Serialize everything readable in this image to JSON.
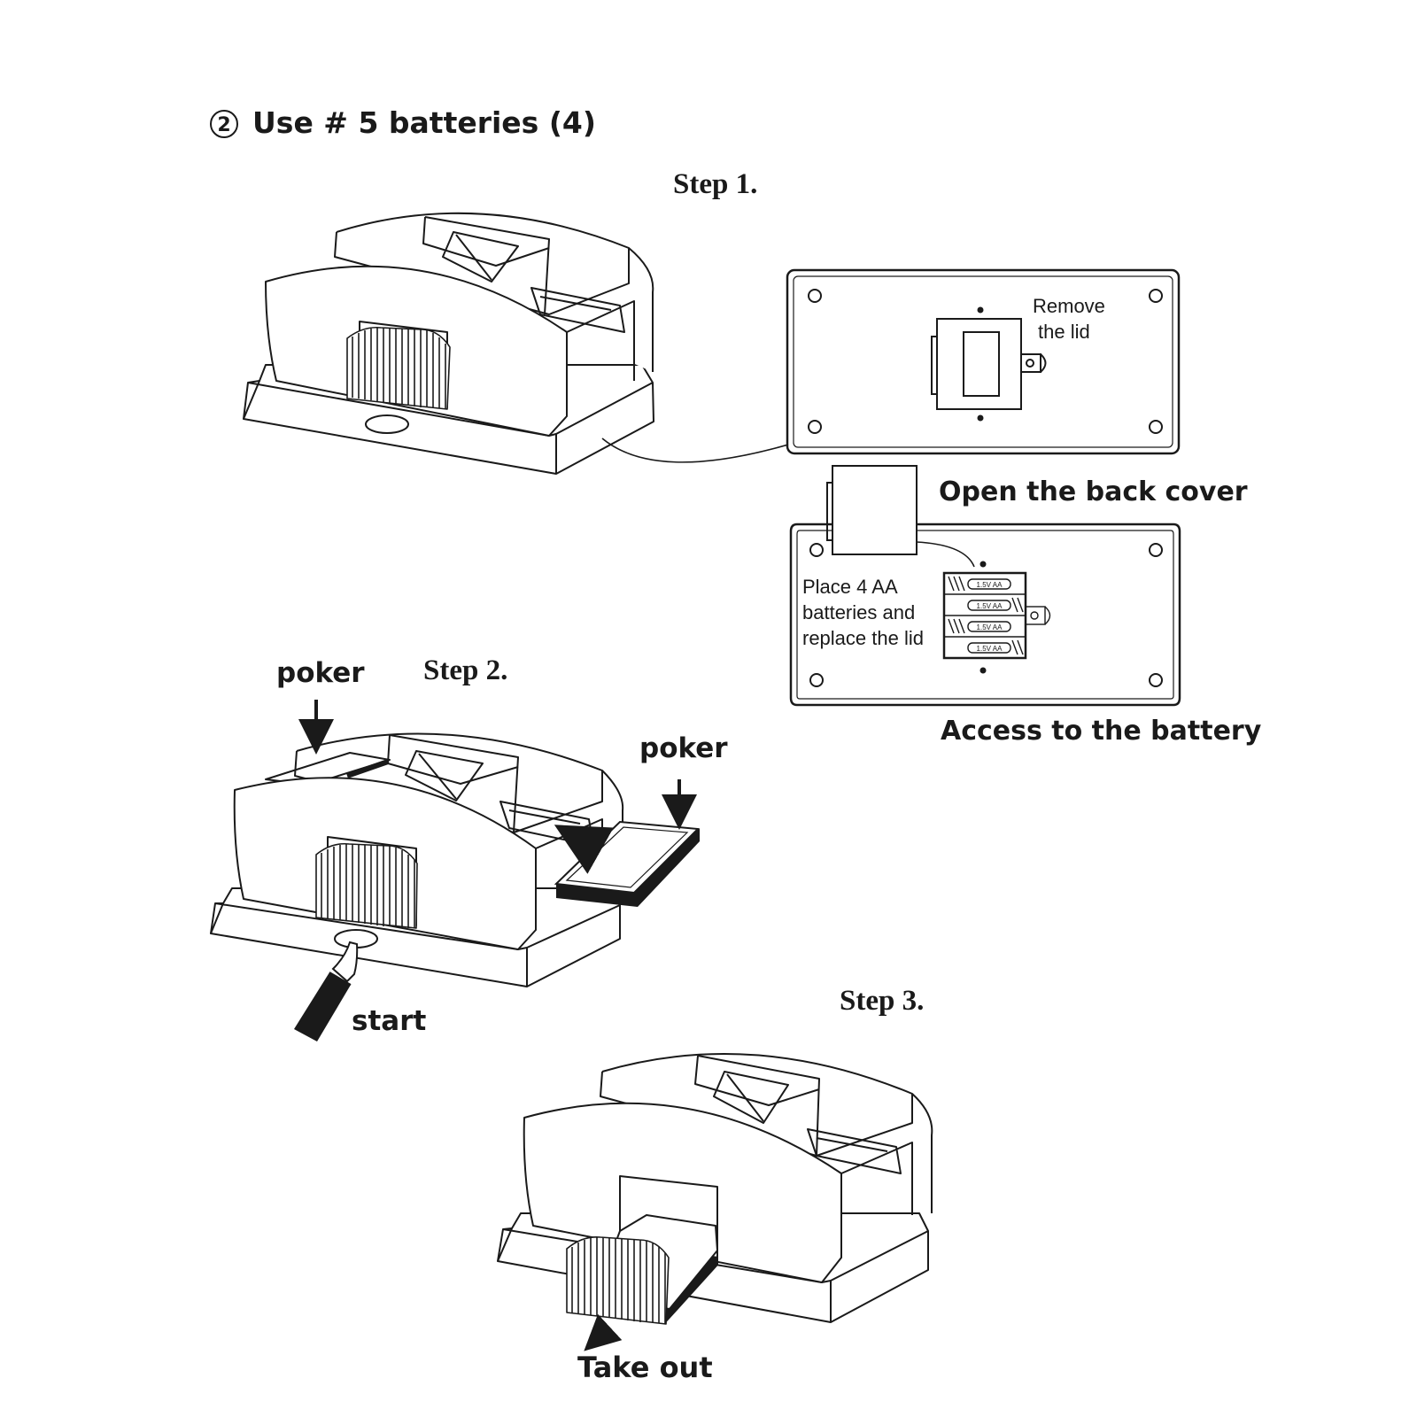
{
  "header": {
    "number": "2",
    "title": "Use # 5 batteries (4)"
  },
  "steps": {
    "step1": "Step 1.",
    "step2": "Step 2.",
    "step3": "Step 3."
  },
  "panel_top": {
    "label_line1": "Remove",
    "label_line2": "the lid"
  },
  "panel_bottom": {
    "label_line1": "Place 4 AA",
    "label_line2": "batteries and",
    "label_line3": "replace the lid",
    "battery_text": "1.5V AA"
  },
  "captions": {
    "open_back": "Open the back cover",
    "access_battery": "Access to the battery",
    "poker_left": "poker",
    "poker_right": "poker",
    "start": "start",
    "take_out": "Take out"
  },
  "colors": {
    "ink": "#1a1a1a",
    "paper": "#ffffff"
  }
}
